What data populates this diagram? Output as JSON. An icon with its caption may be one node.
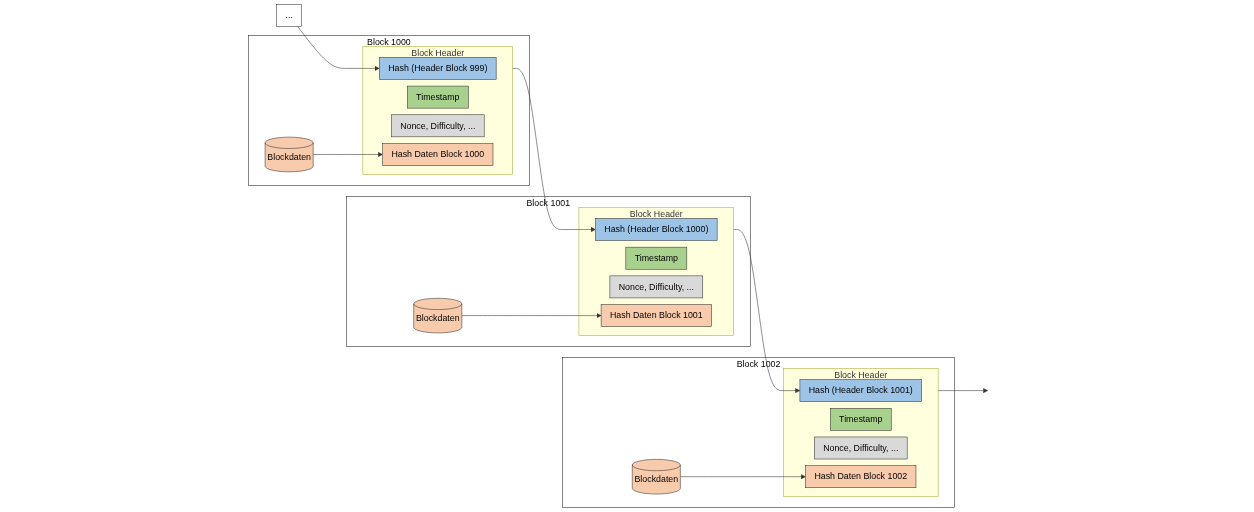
{
  "diagram": {
    "nodes": [
      {
        "text": [
          "..."
        ]
      },
      {
        "text": [
          "Block 1000"
        ]
      },
      {
        "text": [
          "Block Header"
        ],
        "in": 1
      },
      {
        "text": [
          "Hash (Header Block 999)"
        ],
        "in": 2
      },
      {
        "text": [
          "Timestamp"
        ],
        "in": 2
      },
      {
        "text": [
          "Nonce, Difficulty, ..."
        ],
        "in": 2
      },
      {
        "text": [
          "Hash Daten Block 1000"
        ],
        "in": 2
      },
      {
        "text": [
          "Blockdaten"
        ],
        "in": 1
      },
      {
        "text": [
          "Block 1001"
        ]
      },
      {
        "text": [
          "Block Header"
        ],
        "in": 8
      },
      {
        "text": [
          "Hash (Header Block 1000)"
        ],
        "in": 9
      },
      {
        "text": [
          "Timestamp"
        ],
        "in": 9
      },
      {
        "text": [
          "Nonce, Difficulty, ..."
        ],
        "in": 9
      },
      {
        "text": [
          "Hash Daten Block 1001"
        ],
        "in": 9
      },
      {
        "text": [
          "Blockdaten"
        ],
        "in": 8
      },
      {
        "text": [
          "Block 1002"
        ]
      },
      {
        "text": [
          "Block Header"
        ],
        "in": 15
      },
      {
        "text": [
          "Hash (Header Block 1001)"
        ],
        "in": 16
      },
      {
        "text": [
          "Timestamp"
        ],
        "in": 16
      },
      {
        "text": [
          "Nonce, Difficulty, ..."
        ],
        "in": 16
      },
      {
        "text": [
          "Hash Daten Block 1002"
        ],
        "in": 16
      },
      {
        "text": [
          "Blockdaten"
        ],
        "in": 15
      }
    ],
    "edges": [
      {
        "from": 0,
        "to": 3,
        "arrow": "to"
      },
      {
        "from": 7,
        "to": 6,
        "arrow": "to"
      },
      {
        "from": 2,
        "to": 10,
        "arrow": "to"
      },
      {
        "from": 14,
        "to": 13,
        "arrow": "to"
      },
      {
        "from": 9,
        "to": 17,
        "arrow": "to"
      },
      {
        "from": 21,
        "to": 20,
        "arrow": "to"
      },
      {
        "from": 16,
        "to": null,
        "arrow": "to"
      }
    ]
  }
}
